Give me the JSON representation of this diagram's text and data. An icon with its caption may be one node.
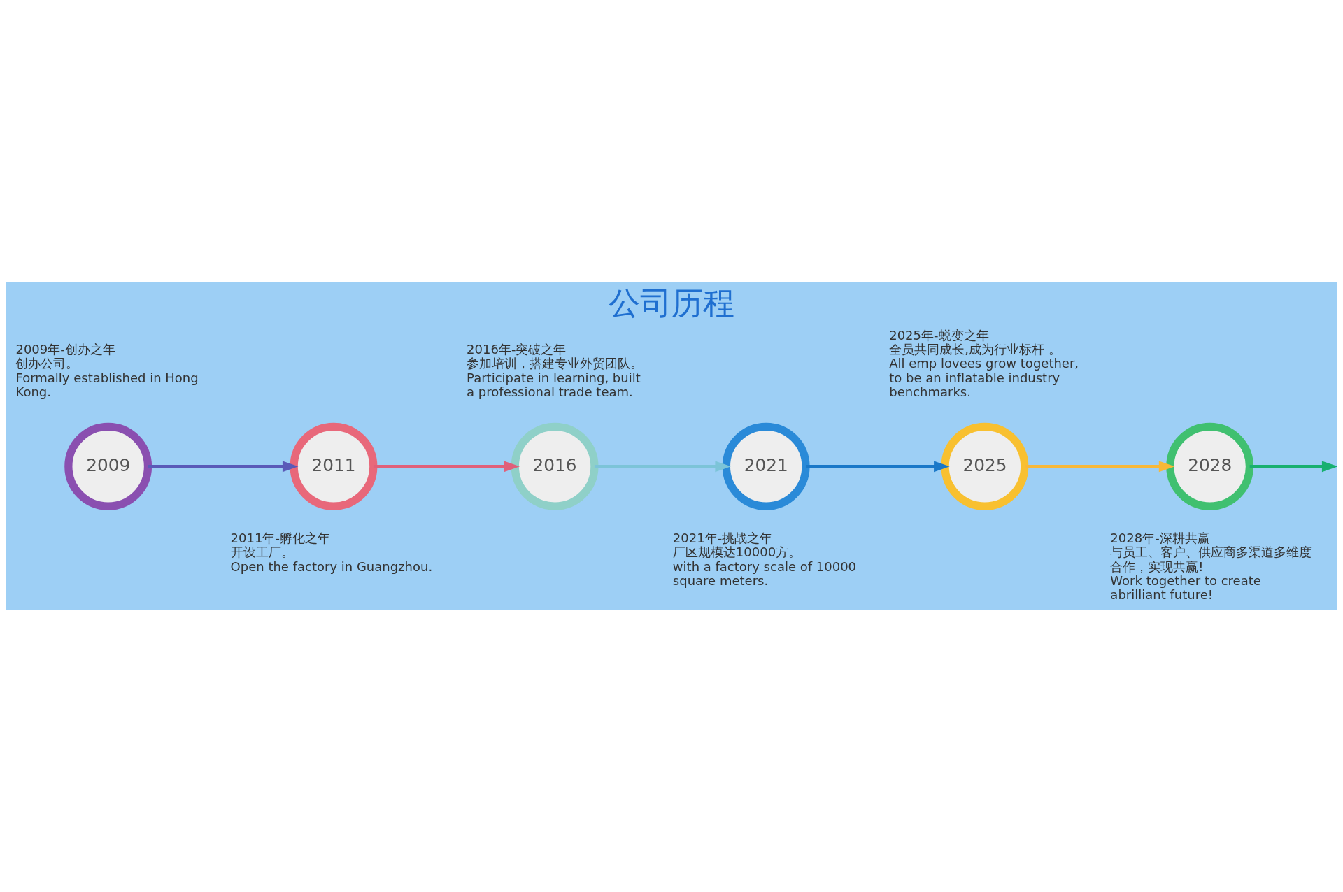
{
  "diagram": {
    "title": "公司历程",
    "nodes": [
      {
        "text": [
          "2009"
        ],
        "beside": [
          "2009年-创办之年",
          "创办公司。",
          "Formally established in Hong Kong."
        ]
      },
      {
        "text": [
          "2011"
        ],
        "beside": [
          "2011年-孵化之年",
          "开设工厂。",
          "Open the factory in Guangzhou."
        ]
      },
      {
        "text": [
          "2016"
        ],
        "beside": [
          "2016年-突破之年",
          "参加培训，搭建专业外贸团队。",
          "Participate in learning, built a professional trade team."
        ]
      },
      {
        "text": [
          "2021"
        ],
        "beside": [
          "2021年-挑战之年",
          "厂区规模达10000方。",
          "with a factory scale of 10000 square meters."
        ]
      },
      {
        "text": [
          "2025"
        ],
        "beside": [
          "2025年-蜕变之年",
          "全员共同成长,成为行业标杆 。",
          "All emp lovees grow together, to be an inflatable industry benchmarks."
        ]
      },
      {
        "text": [
          "2028"
        ],
        "beside": [
          "2028年-深耕共赢",
          "与员工、客户、供应商多渠道多维度合作，实现共赢!",
          "Work together to create abrilliant future!"
        ]
      }
    ],
    "edges": [
      {
        "from": 0,
        "to": 1,
        "arrow": "to",
        "color": "#5a5ab8"
      },
      {
        "from": 1,
        "to": 2,
        "arrow": "to",
        "color": "#e0607a"
      },
      {
        "from": 2,
        "to": 3,
        "arrow": "to",
        "color": "#7cc4d8"
      },
      {
        "from": 3,
        "to": 4,
        "arrow": "to",
        "color": "#1a78c8"
      },
      {
        "from": 4,
        "to": 5,
        "arrow": "to",
        "color": "#f8b838"
      },
      {
        "from": 5,
        "to": null,
        "arrow": "to",
        "color": "#18b070"
      }
    ]
  }
}
